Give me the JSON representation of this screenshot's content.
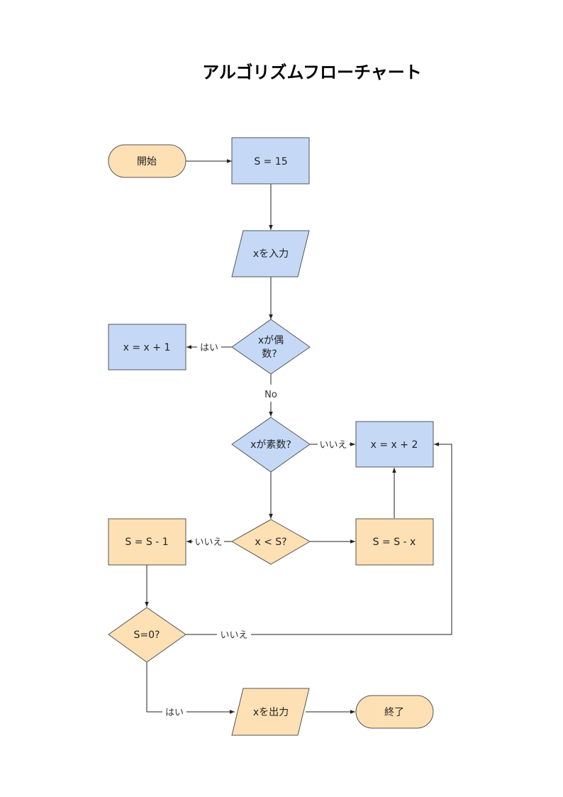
{
  "title": "アルゴリズムフローチャート",
  "colors": {
    "blue_fill": "#c5d9f7",
    "orange_fill": "#fde0b4",
    "stroke": "#555555",
    "edge": "#222222"
  },
  "nodes": {
    "start": "開始",
    "s_init": "S = 15",
    "input_x": "xを入力",
    "is_even_1": "xが偶",
    "is_even_2": "数?",
    "x_plus_1": "x = x + 1",
    "is_prime": "xが素数?",
    "x_plus_2": "x = x + 2",
    "x_lt_s": "x < S?",
    "s_minus_1": "S = S - 1",
    "s_minus_x": "S = S - x",
    "s_zero": "S=0?",
    "output_x": "xを出力",
    "end": "終了"
  },
  "edge_labels": {
    "even_yes": "はい",
    "even_no": "No",
    "prime_no": "いいえ",
    "lt_no": "いいえ",
    "zero_no": "いいえ",
    "zero_yes": "はい"
  }
}
